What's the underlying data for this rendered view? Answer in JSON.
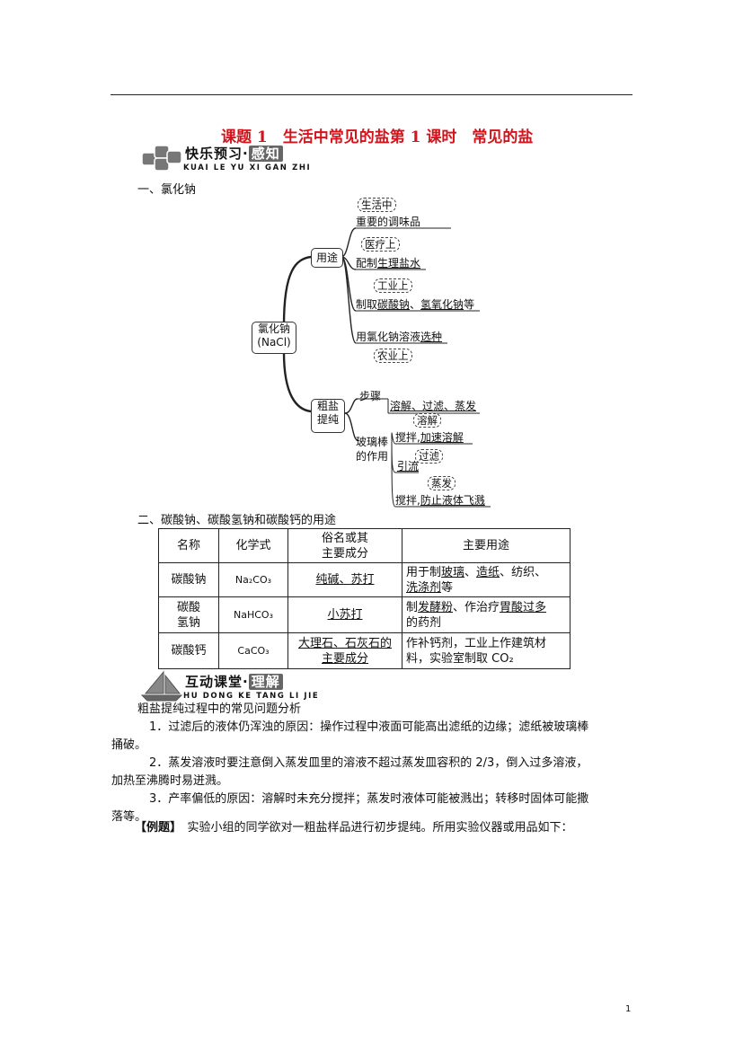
{
  "title": "课题 1　生活中常见的盐第 1 课时　常见的盐",
  "banner1": {
    "main": "快乐预习",
    "tag": "感知",
    "pinyin": "KUAI LE YU XI GAN ZHI"
  },
  "sec1": "一、氯化钠",
  "mindmap": {
    "root": [
      "氯化钠",
      "(NaCl)"
    ],
    "use": "用途",
    "use_items": [
      {
        "tag": "生活中",
        "text": "重要的调味品"
      },
      {
        "tag": "医疗上",
        "pre": "配制",
        "u": "生理盐水"
      },
      {
        "tag": "工业上",
        "pre": "制取",
        "u": "碳酸钠",
        "mid": "、",
        "u2": "氢氧化钠",
        "post": "等"
      },
      {
        "tag": "农业上",
        "pre": "用氯化钠溶液",
        "u": "选种"
      }
    ],
    "purify": [
      "粗盐",
      "提纯"
    ],
    "steps_label": "步骤",
    "steps": "溶解、过滤、蒸发",
    "rod_label": [
      "玻璃棒",
      "的作用"
    ],
    "rod_items": [
      {
        "tag": "溶解",
        "pre": "搅拌,",
        "u": "加速溶解"
      },
      {
        "tag": "过滤",
        "u": "引流"
      },
      {
        "tag": "蒸发",
        "pre": "搅拌,",
        "u": "防止液体飞溅"
      }
    ]
  },
  "sec2": "二、碳酸钠、碳酸氢钠和碳酸钙的用途",
  "table": {
    "headers": [
      "名称",
      "化学式",
      "俗名或其",
      "主要成分",
      "主要用途"
    ],
    "rows": [
      {
        "name": "碳酸钠",
        "formula": "Na₂CO₃",
        "common": "纯碱、苏打",
        "use": [
          "用于制",
          "玻璃",
          "、",
          "造纸",
          "、纺织、",
          "洗涤剂",
          "等"
        ]
      },
      {
        "name": "碳酸",
        "name2": "氢钠",
        "formula": "NaHCO₃",
        "common": "小苏打",
        "use": [
          "制",
          "发酵粉",
          "、作治疗",
          "胃酸过多",
          "的药剂"
        ]
      },
      {
        "name": "碳酸钙",
        "formula": "CaCO₃",
        "common": "大理石、石灰石的",
        "common2": "主要成分",
        "use": [
          "作补钙剂，工业上作建筑材",
          "料，实验室制取 CO₂"
        ]
      }
    ]
  },
  "banner2": {
    "main": "互动课堂",
    "tag": "理解",
    "pinyin": "HU DONG KE TANG LI JIE"
  },
  "analysis_title": "粗盐提纯过程中的常见问题分析",
  "points": [
    "1．过滤后的液体仍浑浊的原因：操作过程中液面可能高出滤纸的边缘；滤纸被玻璃棒",
    "捅破。",
    "2．蒸发溶液时要注意倒入蒸发皿里的溶液不超过蒸发皿容积的 2/3，倒入过多溶液，",
    "加热至沸腾时易迸溅。",
    "3．产率偏低的原因：溶解时未充分搅拌；蒸发时液体可能被溅出；转移时固体可能撒",
    "落等。"
  ],
  "example_label": "【例题】",
  "example_text": "实验小组的同学欲对一粗盐样品进行初步提纯。所用实验仪器或用品如下：",
  "page_number": "1"
}
